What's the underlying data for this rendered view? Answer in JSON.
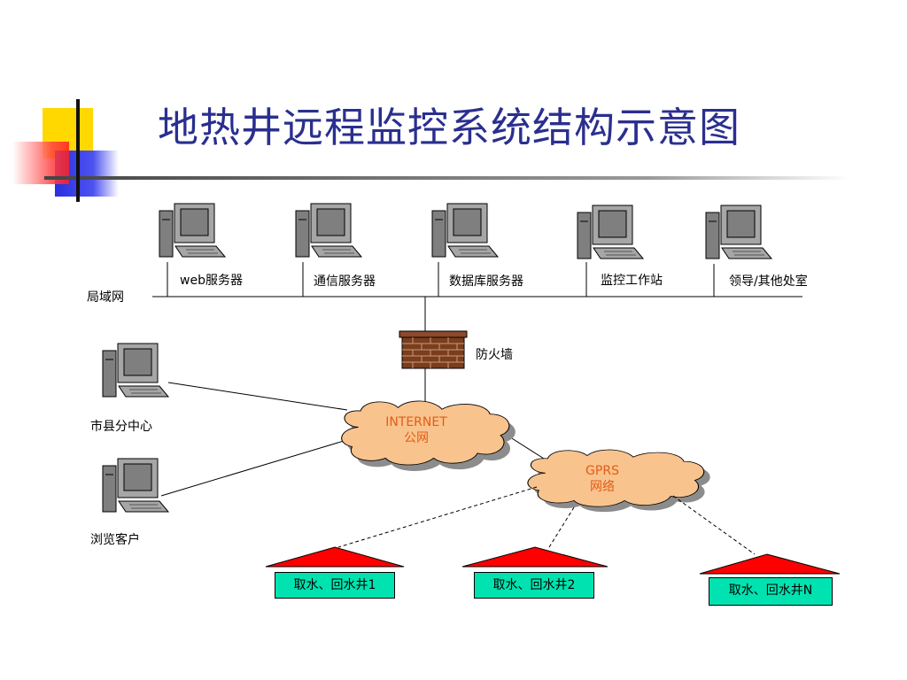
{
  "title": "地热井远程监控系统结构示意图",
  "lan": {
    "label": "局域网",
    "nodes": [
      {
        "label": "web服务器",
        "icon": "desktop-computer-icon"
      },
      {
        "label": "通信服务器",
        "icon": "desktop-computer-icon"
      },
      {
        "label": "数据库服务器",
        "icon": "desktop-computer-icon"
      },
      {
        "label": "监控工作站",
        "icon": "desktop-computer-icon"
      },
      {
        "label": "领导/其他处室",
        "icon": "desktop-computer-icon"
      }
    ]
  },
  "firewall": {
    "label": "防火墙",
    "icon": "brick-wall-icon"
  },
  "clients": [
    {
      "label": "市县分中心",
      "icon": "desktop-computer-icon"
    },
    {
      "label": "浏览客户",
      "icon": "desktop-computer-icon"
    }
  ],
  "internet_cloud": {
    "line1": "INTERNET",
    "line2": "公网"
  },
  "gprs_cloud": {
    "line1": "GPRS",
    "line2": "网络"
  },
  "wells": [
    {
      "label": "取水、回水井1"
    },
    {
      "label": "取水、回水井2"
    },
    {
      "label": "取水、回水井N"
    }
  ],
  "colors": {
    "title": "#2a2f8f",
    "cloud_fill": "#f9c38e",
    "cloud_text": "#e05e16",
    "roof": "#ff0000",
    "well_box": "#00e3b0",
    "firewall": "#7a3e1e"
  }
}
